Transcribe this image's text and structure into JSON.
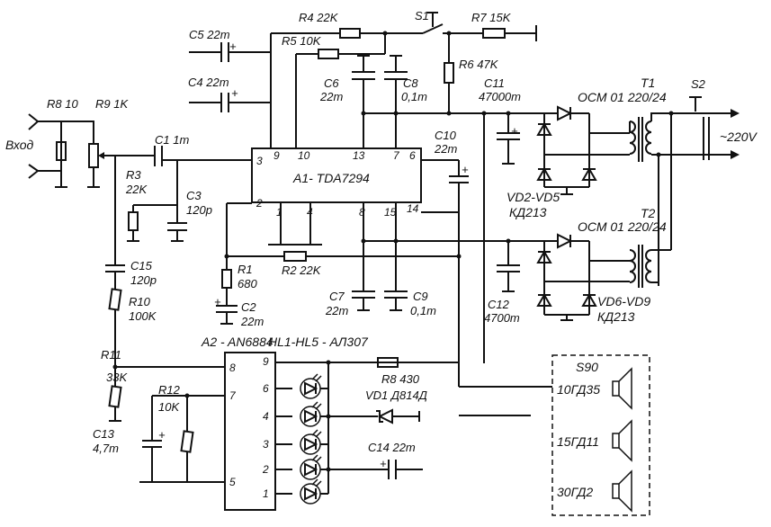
{
  "input_label": "Вход",
  "ic1": {
    "label": "A1- TDA7294",
    "pins": {
      "p9": "9",
      "p10": "10",
      "p13": "13",
      "p7": "7",
      "p6": "6",
      "p3": "3",
      "p2": "2",
      "p1": "1",
      "p4": "4",
      "p8": "8",
      "p15": "15",
      "p14": "14"
    }
  },
  "ic2": {
    "label": "A2 - AN6884",
    "pins": {
      "p8": "8",
      "p7": "7",
      "p5": "5",
      "p9": "9",
      "p6": "6",
      "p4": "4",
      "p3": "3",
      "p2": "2",
      "p1": "1"
    }
  },
  "resistors": {
    "r8a": "R8 10",
    "r9": "R9 1K",
    "r3a": "R3",
    "r3b": "22K",
    "r4": "R4 22K",
    "r5": "R5 10K",
    "r7": "R7 15K",
    "r6": "R6 47K",
    "r1a": "R1",
    "r1b": "680",
    "r2": "R2 22K",
    "r10a": "R10",
    "r10b": "100K",
    "r11a": "R11",
    "r11b": "33K",
    "r12a": "R12",
    "r12b": "10K",
    "r8b": "R8  430"
  },
  "capacitors": {
    "c5": "C5 22m",
    "c4": "C4 22m",
    "c1": "C1 1m",
    "c3a": "C3",
    "c3b": "120p",
    "c6a": "C6",
    "c6b": "22m",
    "c8a": "C8",
    "c8b": "0,1m",
    "c11a": "C11",
    "c11b": "47000m",
    "c10a": "C10",
    "c10b": "22m",
    "c2a": "C2",
    "c2b": "22m",
    "c7a": "C7",
    "c7b": "22m",
    "c9a": "C9",
    "c9b": "0,1m",
    "c12a": "C12",
    "c12b": "4700m",
    "c15a": "C15",
    "c15b": "120p",
    "c13a": "C13",
    "c13b": "4,7m",
    "c14": "C14 22m"
  },
  "switches": {
    "s1": "S1",
    "s2": "S2"
  },
  "transformers": {
    "t1a": "T1",
    "t1b": "ОСМ 01 220/24",
    "t2a": "T2",
    "t2b": "ОСМ 01 220/24"
  },
  "diodes": {
    "vd25a": "VD2-VD5",
    "vd25b": "КД213",
    "vd69a": "VD6-VD9",
    "vd69b": "КД213",
    "vd1": "VD1 Д814Д",
    "hl": "HL1-HL5 - АЛ307"
  },
  "mains": "~220V",
  "speakers": {
    "box": "S90",
    "sp1": "10ГД35",
    "sp2": "15ГД11",
    "sp3": "30ГД2"
  }
}
